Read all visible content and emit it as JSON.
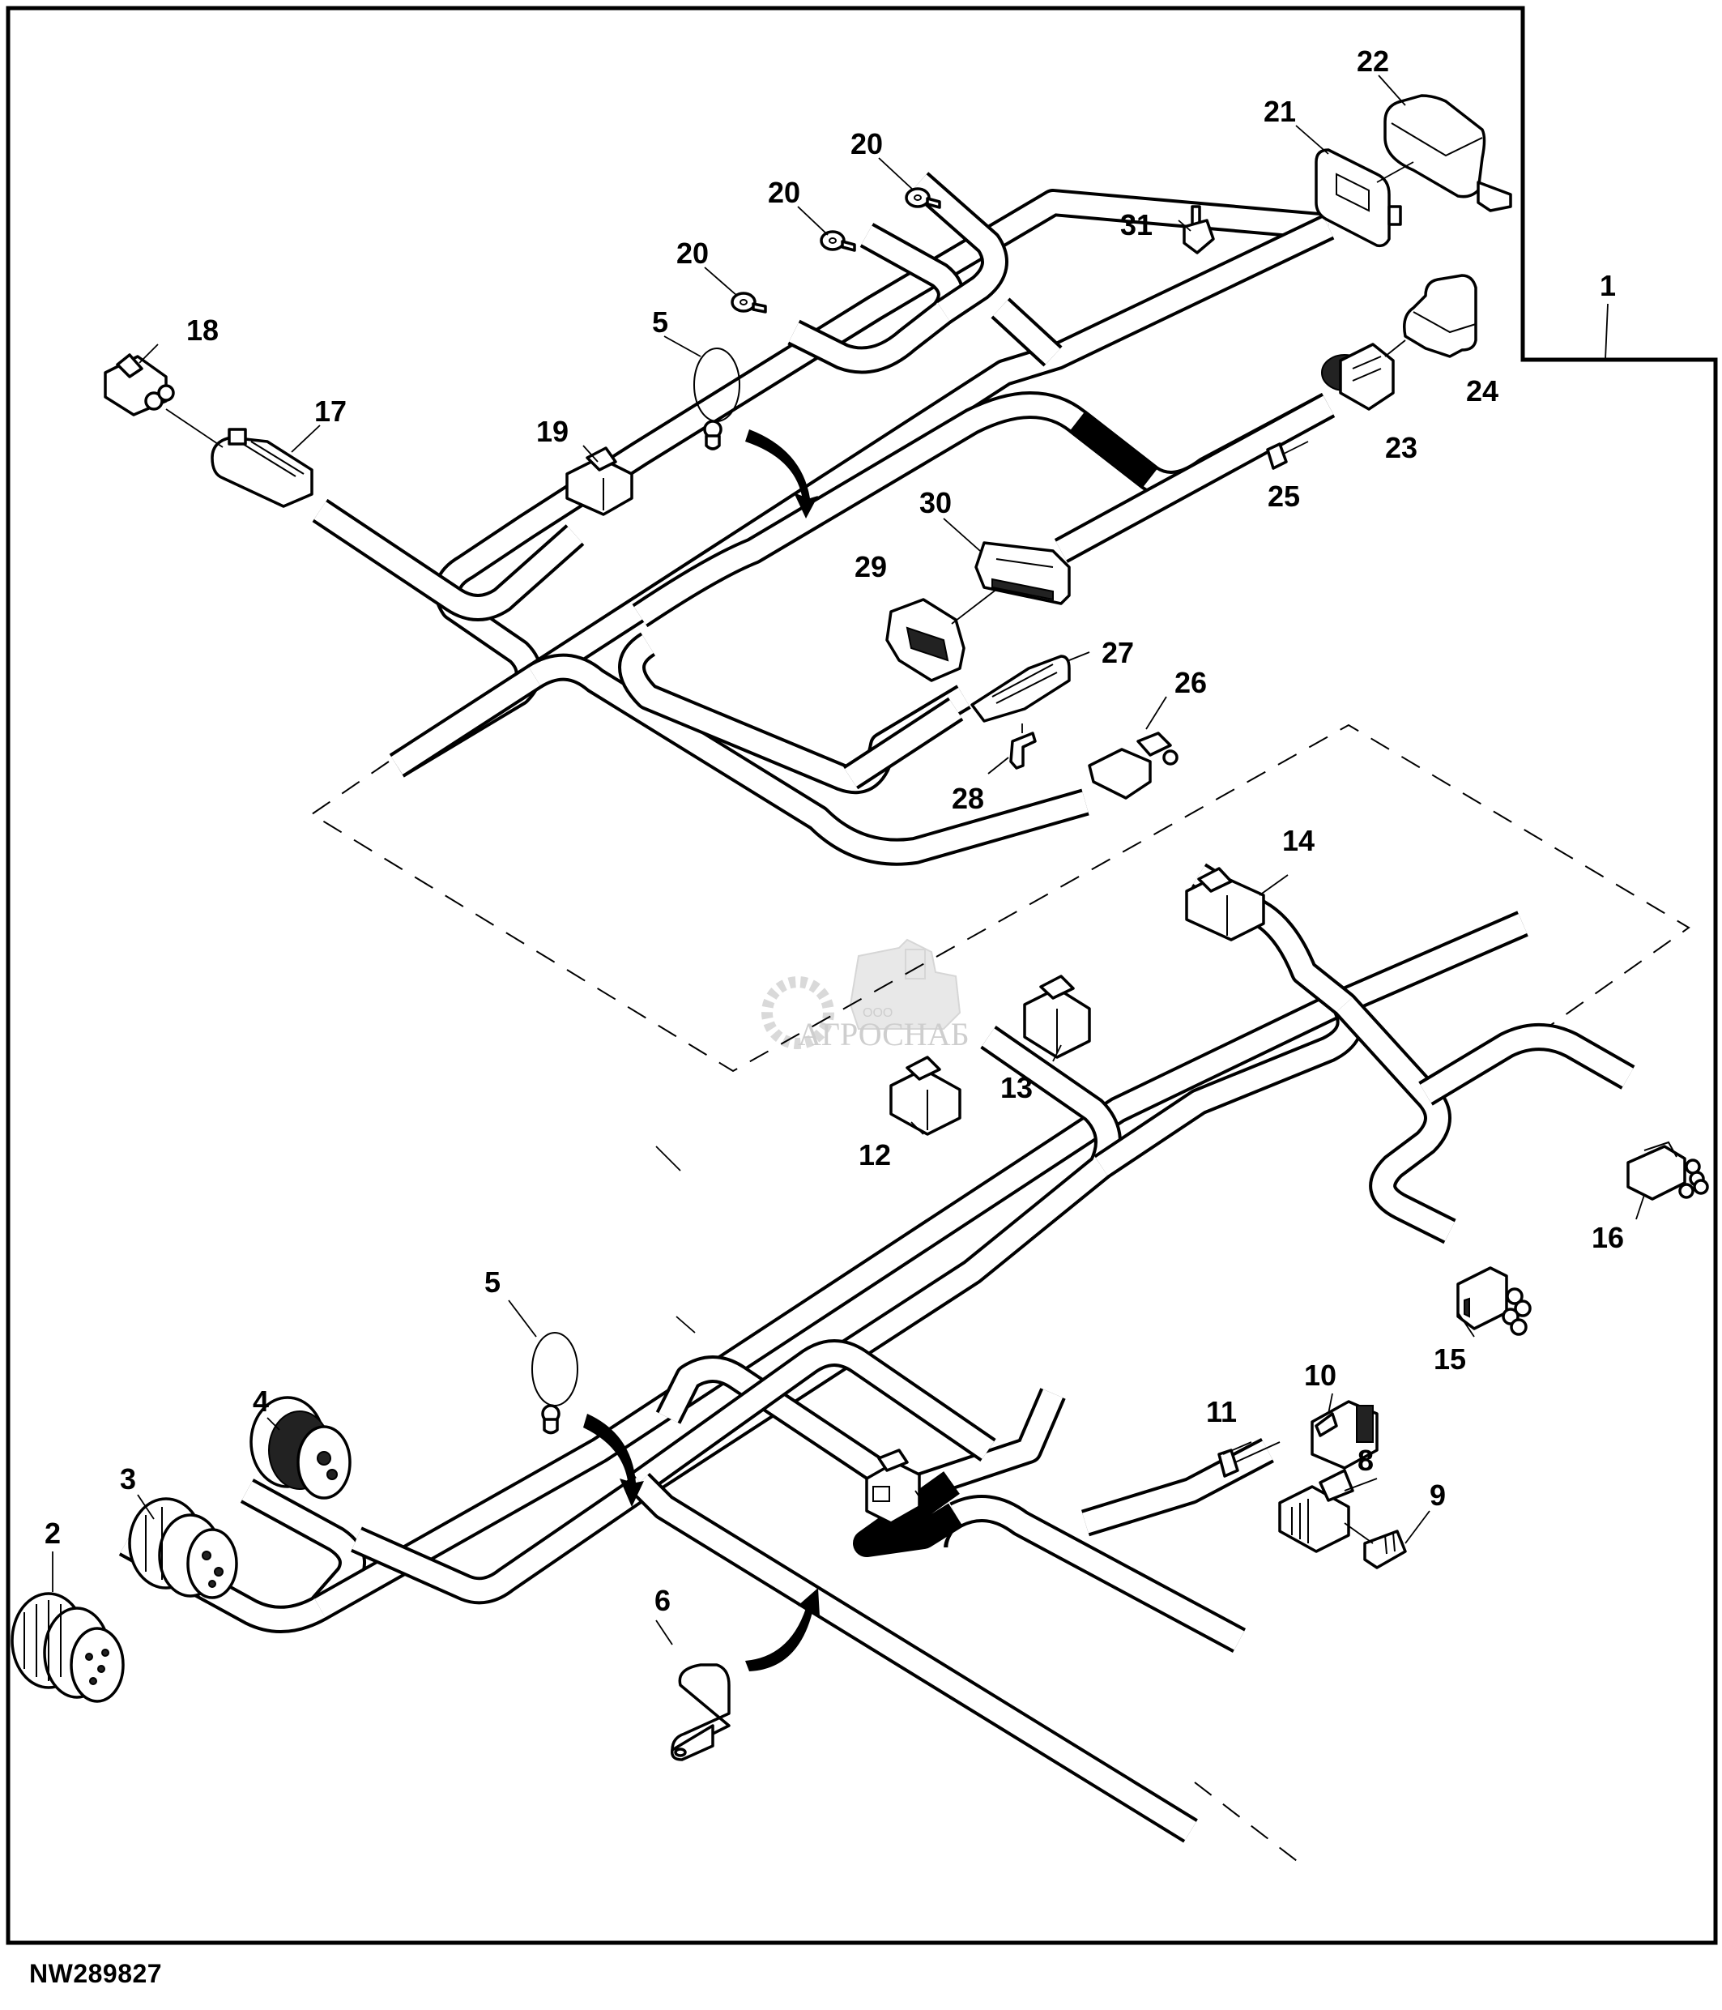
{
  "figure": {
    "id": "NW289827",
    "type": "exploded wiring harness parts diagram",
    "watermark": {
      "prefix": "ООО",
      "name": "АГРОСНАБ"
    }
  },
  "callouts": {
    "c1": "1",
    "c2": "2",
    "c3": "3",
    "c4": "4",
    "c5a": "5",
    "c5b": "5",
    "c6": "6",
    "c7": "7",
    "c8": "8",
    "c9": "9",
    "c10": "10",
    "c11": "11",
    "c12": "12",
    "c13": "13",
    "c14": "14",
    "c15": "15",
    "c16": "16",
    "c17": "17",
    "c18": "18",
    "c19": "19",
    "c20a": "20",
    "c20b": "20",
    "c20c": "20",
    "c21": "21",
    "c22": "22",
    "c23": "23",
    "c24": "24",
    "c25": "25",
    "c26": "26",
    "c27": "27",
    "c28": "28",
    "c29": "29",
    "c30": "30",
    "c31": "31"
  },
  "parts": [
    {
      "item": "1",
      "depicts": "wiring-harness"
    },
    {
      "item": "2",
      "depicts": "round-multi-pin-connector"
    },
    {
      "item": "3",
      "depicts": "round-multi-pin-connector"
    },
    {
      "item": "4",
      "depicts": "round-multi-pin-connector"
    },
    {
      "item": "5",
      "depicts": "cable-tie-strap"
    },
    {
      "item": "6",
      "depicts": "harness-clamp"
    },
    {
      "item": "7",
      "depicts": "2-pin-connector"
    },
    {
      "item": "8",
      "depicts": "connector"
    },
    {
      "item": "9",
      "depicts": "connector-lock"
    },
    {
      "item": "10",
      "depicts": "connector"
    },
    {
      "item": "11",
      "depicts": "push-pin-clip"
    },
    {
      "item": "12",
      "depicts": "connector"
    },
    {
      "item": "13",
      "depicts": "connector"
    },
    {
      "item": "14",
      "depicts": "connector"
    },
    {
      "item": "15",
      "depicts": "4-pin-connector"
    },
    {
      "item": "16",
      "depicts": "4-pin-connector"
    },
    {
      "item": "17",
      "depicts": "inline-connector"
    },
    {
      "item": "18",
      "depicts": "mating-connector"
    },
    {
      "item": "19",
      "depicts": "connector"
    },
    {
      "item": "20",
      "depicts": "ring-terminal"
    },
    {
      "item": "21",
      "depicts": "relay-socket"
    },
    {
      "item": "22",
      "depicts": "relay"
    },
    {
      "item": "23",
      "depicts": "connector"
    },
    {
      "item": "24",
      "depicts": "connector-cover"
    },
    {
      "item": "25",
      "depicts": "push-pin-clip"
    },
    {
      "item": "26",
      "depicts": "connector"
    },
    {
      "item": "27",
      "depicts": "inline-connector"
    },
    {
      "item": "28",
      "depicts": "connector-lock"
    },
    {
      "item": "29",
      "depicts": "mating-connector"
    },
    {
      "item": "30",
      "depicts": "multi-pin-connector"
    },
    {
      "item": "31",
      "depicts": "push-pin-clip"
    }
  ]
}
